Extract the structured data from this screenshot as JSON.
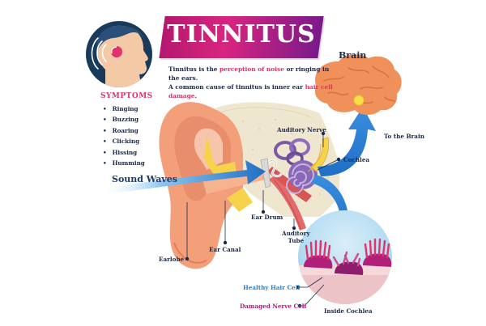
{
  "title": "TINNITUS",
  "description": {
    "line1_pre": "Tinnitus is the ",
    "line1_highlight": "perception of noise",
    "line1_post": " or ringing in the ears.",
    "line2_pre": "A common cause of tinnitus is inner ear ",
    "line2_highlight": "hair cell damage",
    "line2_post": "."
  },
  "symptoms": {
    "title": "SYMPTOMS",
    "items": [
      "Ringing",
      "Buzzing",
      "Roaring",
      "Clicking",
      "Hissing",
      "Humming"
    ]
  },
  "labels": {
    "brain": "Brain",
    "to_the_brain": "To the Brain",
    "auditory_nerve": "Auditory Nerve",
    "cochlea": "Cochlea",
    "sound_waves": "Sound Waves",
    "ear_drum": "Ear Drum",
    "auditory_tube_line1": "Auditory",
    "auditory_tube_line2": "Tube",
    "ear_canal": "Ear Canal",
    "earlobe": "Earlobe",
    "healthy_hair_cell": "Healthy Hair Cell",
    "damaged_nerve_cell": "Damaged Nerve Cell",
    "inside_cochlea": "Inside Cochlea"
  },
  "colors": {
    "title_gradient_start": "#b5186f",
    "title_gradient_end": "#7a1a8a",
    "highlight": "#e0336b",
    "text_dark": "#1c2a4a",
    "arrow_blue": "#2a7fd0",
    "skin": "#f3a07a",
    "brain": "#f0905a",
    "cochlea_purple": "#7b58a8",
    "healthy_label": "#2a7fd0",
    "damaged_label": "#b0207a"
  }
}
